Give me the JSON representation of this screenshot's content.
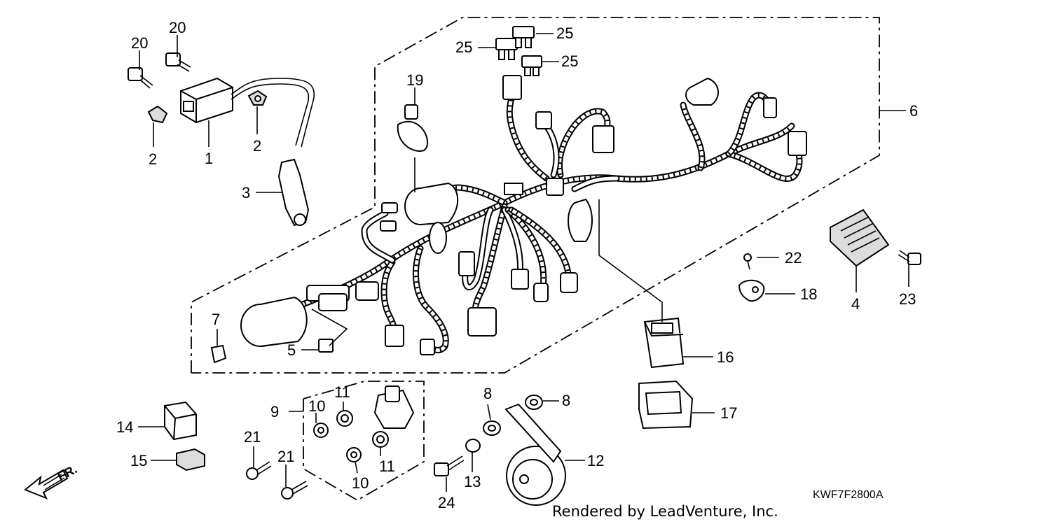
{
  "callouts": {
    "c1": "1",
    "c2a": "2",
    "c2b": "2",
    "c3": "3",
    "c4": "4",
    "c5": "5",
    "c6": "6",
    "c7": "7",
    "c8a": "8",
    "c8b": "8",
    "c9": "9",
    "c10a": "10",
    "c10b": "10",
    "c11a": "11",
    "c11b": "11",
    "c12": "12",
    "c13": "13",
    "c14": "14",
    "c15": "15",
    "c16": "16",
    "c17": "17",
    "c18": "18",
    "c19": "19",
    "c20a": "20",
    "c20b": "20",
    "c21a": "21",
    "c21b": "21",
    "c22": "22",
    "c23": "23",
    "c24": "24",
    "c25a": "25",
    "c25b": "25",
    "c25c": "25"
  },
  "diagram_code": "KWF7F2800A",
  "credit": "Rendered by LeadVenture, Inc.",
  "front_indicator": "FR."
}
